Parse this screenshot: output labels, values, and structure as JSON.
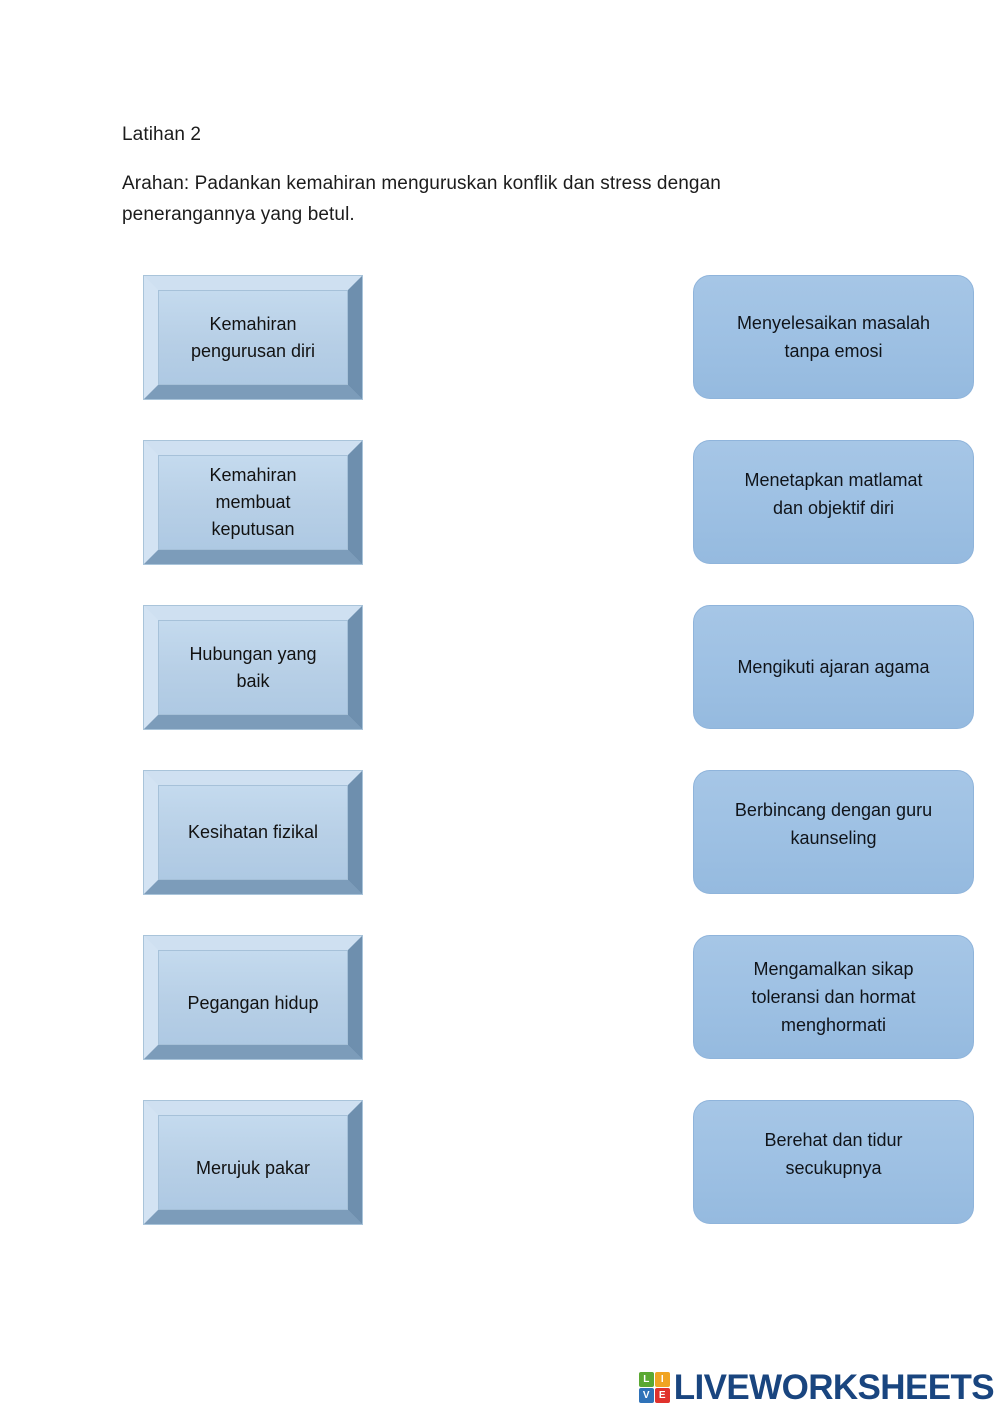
{
  "header": {
    "title": "Latihan 2",
    "instruction": "Arahan: Padankan kemahiran menguruskan konflik dan stress dengan penerangannya yang betul."
  },
  "match_exercise": {
    "left_column": [
      {
        "label": "Kemahiran\npengurusan diri"
      },
      {
        "label": "Kemahiran\nmembuat\nkeputusan"
      },
      {
        "label": "Hubungan yang\nbaik"
      },
      {
        "label": "Kesihatan fizikal"
      },
      {
        "label": "Pegangan hidup"
      },
      {
        "label": "Merujuk pakar"
      }
    ],
    "right_column": [
      {
        "label": "Menyelesaikan masalah\ntanpa emosi"
      },
      {
        "label": "Menetapkan matlamat\ndan objektif diri"
      },
      {
        "label": "Mengikuti ajaran agama"
      },
      {
        "label": "Berbincang dengan guru\nkaunseling"
      },
      {
        "label": "Mengamalkan sikap\ntoleransi dan hormat\nmenghormati"
      },
      {
        "label": "Berehat dan tidur\nsecukupnya"
      }
    ]
  },
  "footer": {
    "logo_tiles": [
      "L",
      "I",
      "V",
      "E"
    ],
    "logo_word": "LIVEWORKSHEETS"
  },
  "colors": {
    "left_box_fill": "#b7cfe6",
    "left_box_bevel_light": "#d3e3f3",
    "left_box_bevel_dark": "#6e8fae",
    "right_box_fill": "#9dc0e3",
    "right_box_border": "#8fb4db",
    "text": "#121212",
    "logo_navy": "#19457f",
    "tile_green": "#5aa832",
    "tile_orange": "#f0a422",
    "tile_blue": "#2f72b8",
    "tile_red": "#e0322c"
  }
}
